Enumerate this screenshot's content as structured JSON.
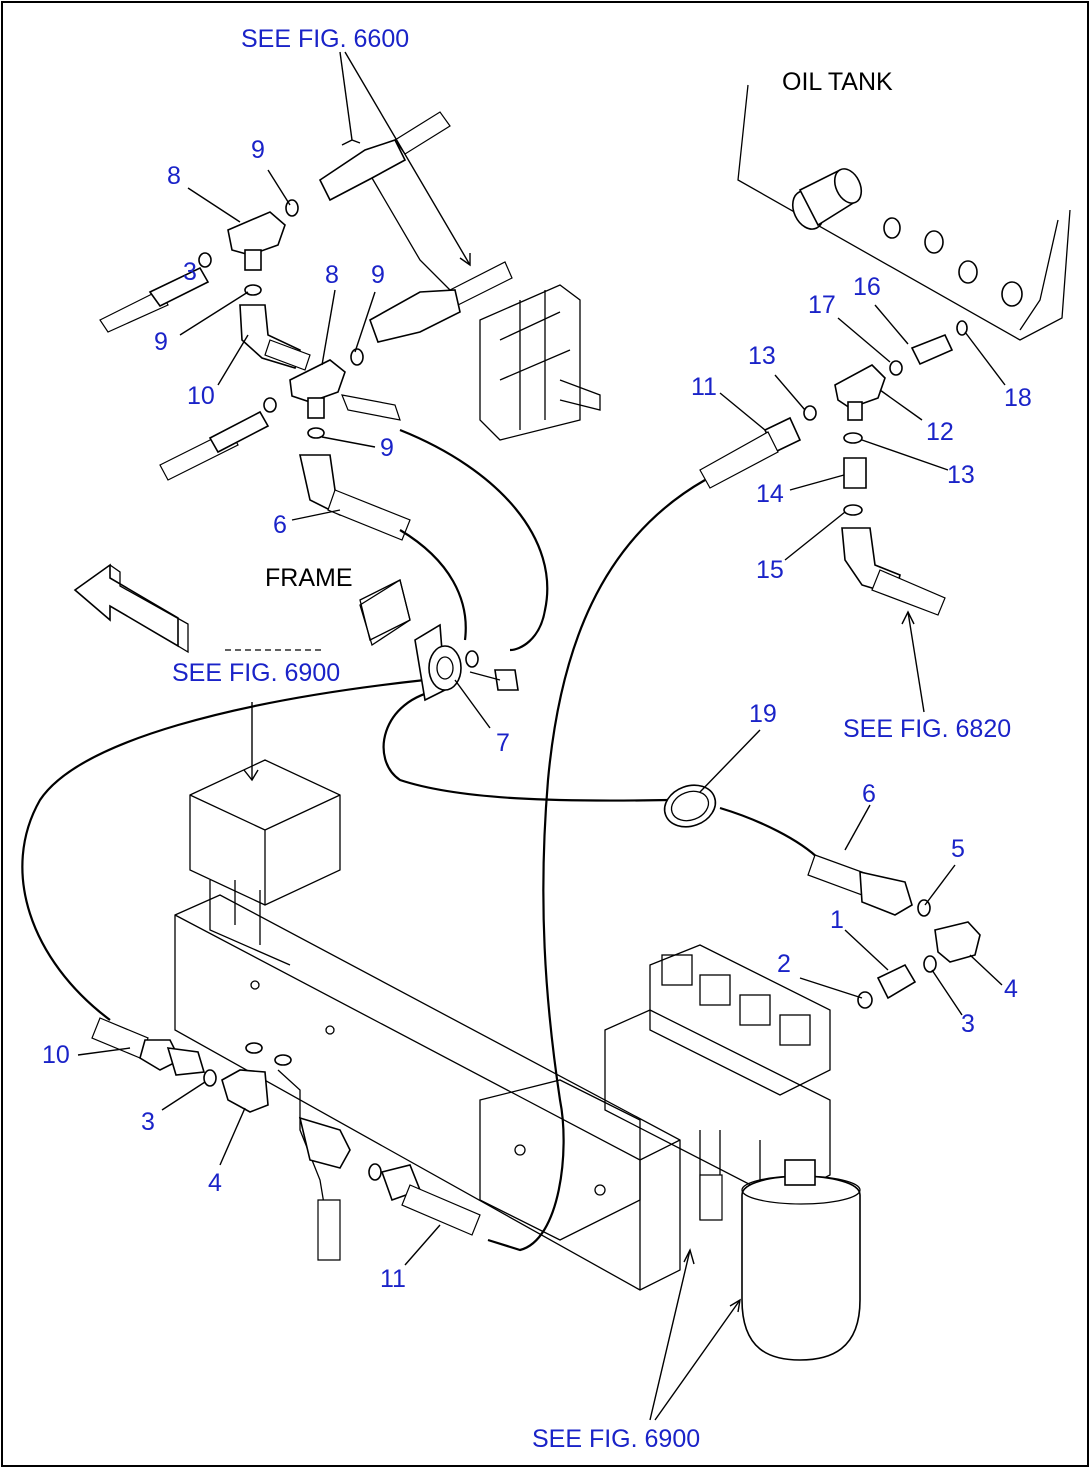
{
  "labels": {
    "oil_tank": "OIL TANK",
    "frame": "FRAME"
  },
  "references": {
    "fig_6600": "SEE FIG. 6600",
    "fig_6900_left": "SEE FIG. 6900",
    "fig_6820": "SEE FIG. 6820",
    "fig_6900_bottom": "SEE FIG. 6900"
  },
  "callouts": {
    "c9a": "9",
    "c8a": "8",
    "c3a": "3",
    "c9b": "9",
    "c10a": "10",
    "c8b": "8",
    "c9c": "9",
    "c9d": "9",
    "c6a": "6",
    "c7": "7",
    "c17": "17",
    "c16": "16",
    "c13a": "13",
    "c11a": "11",
    "c18": "18",
    "c12": "12",
    "c13b": "13",
    "c14": "14",
    "c15": "15",
    "c19": "19",
    "c6b": "6",
    "c5": "5",
    "c1": "1",
    "c2": "2",
    "c4a": "4",
    "c3b": "3",
    "c10b": "10",
    "c3c": "3",
    "c4b": "4",
    "c11b": "11"
  },
  "colors": {
    "callout": "#1a23c8",
    "line": "#000000",
    "background": "#ffffff"
  }
}
